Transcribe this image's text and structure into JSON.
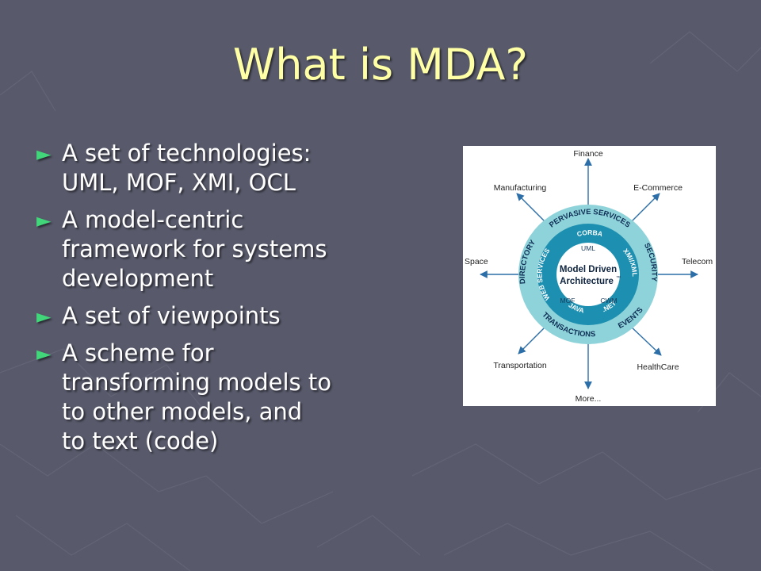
{
  "slide": {
    "title": "What is MDA?",
    "bullet_marker": "►",
    "bullets": [
      {
        "lines": [
          "A set of technologies:",
          "UML, MOF, XMI, OCL"
        ]
      },
      {
        "lines": [
          "A model-centric",
          "framework for systems",
          "development"
        ]
      },
      {
        "lines": [
          "A set of viewpoints"
        ]
      },
      {
        "lines": [
          "A scheme for",
          "transforming models to",
          "to other models, and",
          "to text (code)"
        ]
      }
    ]
  },
  "diagram": {
    "outer_labels": {
      "top": "Finance",
      "top_right": "E-Commerce",
      "right": "Telecom",
      "bottom_right": "HealthCare",
      "bottom": "More...",
      "bottom_left": "Transportation",
      "left": "Space",
      "top_left": "Manufacturing"
    },
    "ring_labels": {
      "top": "PERVASIVE SERVICES",
      "right": "SECURITY",
      "bottom_right": "EVENTS",
      "bottom": "TRANSACTIONS",
      "left": "DIRECTORY"
    },
    "inner_ring_labels": {
      "top": "CORBA",
      "right": "XMI/XML",
      "bottom": ".NET",
      "bottom_left": "JAVA",
      "left": "WEB SERVICES"
    },
    "core_labels": {
      "top": "UML",
      "bottom_left": "MOF",
      "bottom_right": "CWM"
    },
    "center_lines": [
      "Model Driven",
      "Architecture"
    ],
    "trademark": "™"
  },
  "colors": {
    "background": "#585a6b",
    "title": "#ffffa6",
    "bullet_text": "#ffffff",
    "bullet_marker": "#42d67a",
    "outer_ring": "#8fd3da",
    "middle_ring": "#1d8fb0",
    "center": "#ffffff",
    "arrow": "#2c6ea8"
  }
}
